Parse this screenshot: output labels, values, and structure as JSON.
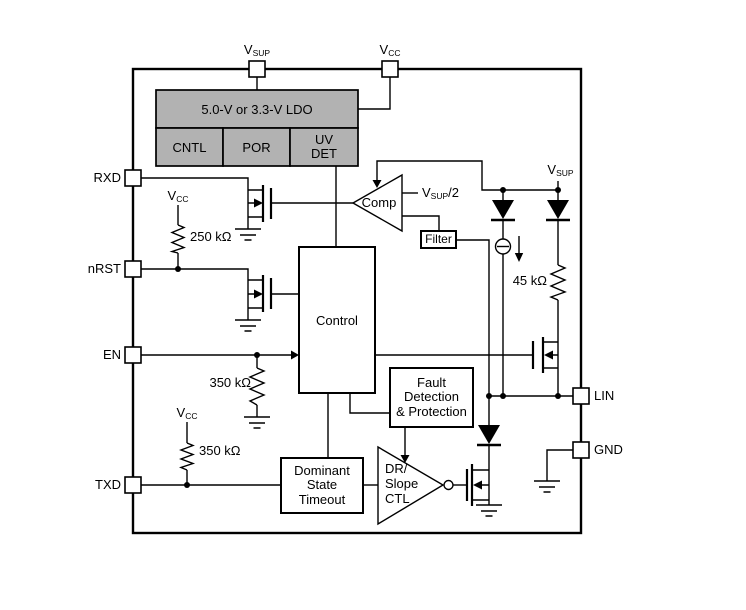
{
  "pins": {
    "vsup": {
      "pre": "V",
      "sub": "SUP"
    },
    "vcc": {
      "pre": "V",
      "sub": "CC"
    },
    "rxd": "RXD",
    "nrst": "nRST",
    "en": "EN",
    "txd": "TXD",
    "lin": "LIN",
    "gnd": "GND"
  },
  "blocks": {
    "ldo": "5.0-V or 3.3-V LDO",
    "cntl": "CNTL",
    "por": "POR",
    "uv_det": [
      "UV",
      "DET"
    ],
    "control": "Control",
    "fault": [
      "Fault",
      "Detection",
      "& Protection"
    ],
    "dominant": [
      "Dominant",
      "State",
      "Timeout"
    ],
    "dr_slope": [
      "DR/",
      "Slope",
      "CTL"
    ],
    "comp": "Comp",
    "filter": "Filter"
  },
  "labels": {
    "vsup_rail": {
      "pre": "V",
      "sub": "SUP"
    },
    "vsup_half": {
      "pre": "V",
      "sub": "SUP",
      "post": "/2"
    },
    "vcc_nrst": {
      "pre": "V",
      "sub": "CC"
    },
    "vcc_txd": {
      "pre": "V",
      "sub": "CC"
    },
    "r250": "250 kΩ",
    "r350_en": "350 kΩ",
    "r350_txd": "350 kΩ",
    "r45": "45 kΩ"
  },
  "colors": {
    "block_fill": "#b2b2b2",
    "line": "#000000",
    "background": "#ffffff"
  }
}
